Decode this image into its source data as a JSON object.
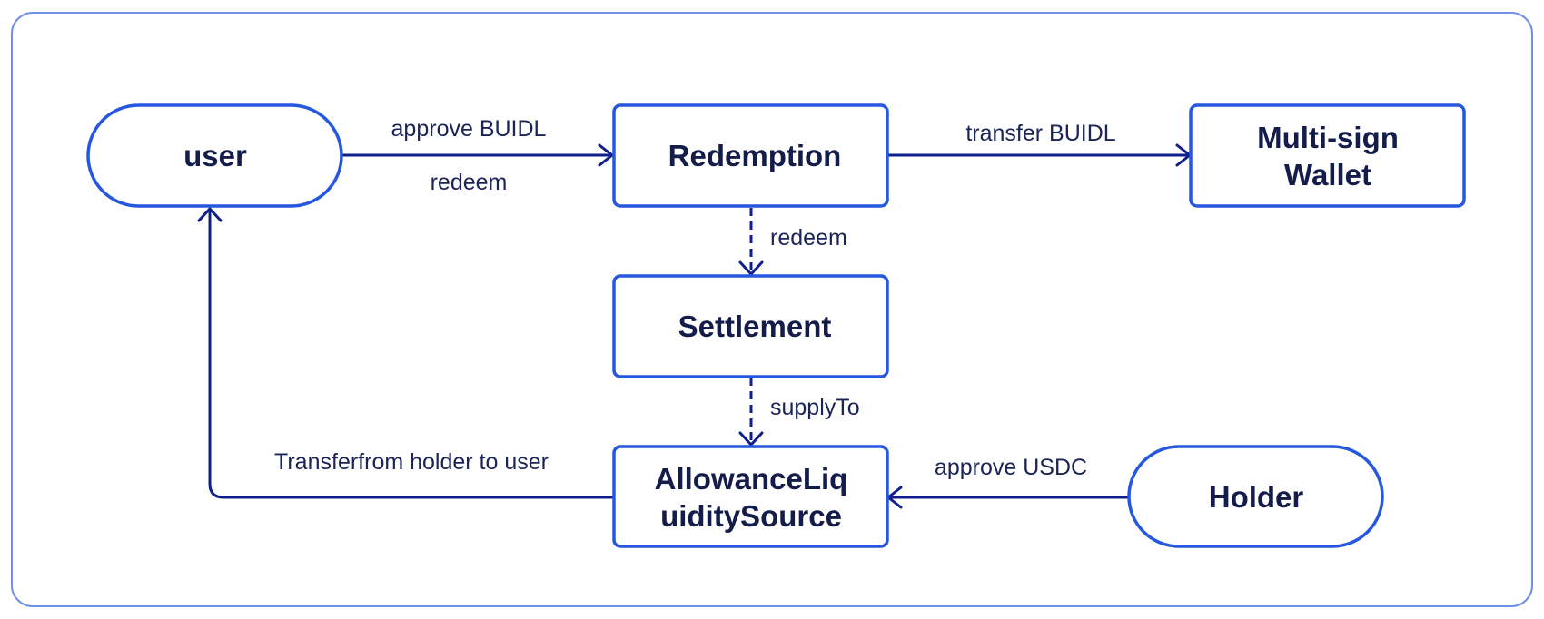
{
  "nodes": {
    "user": {
      "label": "user"
    },
    "redemption": {
      "label": "Redemption"
    },
    "multisig": {
      "line1": "Multi-sign",
      "line2": "Wallet"
    },
    "settlement": {
      "label": "Settlement"
    },
    "allowance": {
      "line1": "AllowanceLiq",
      "line2": "uiditySource"
    },
    "holder": {
      "label": "Holder"
    }
  },
  "edges": {
    "user_redemption": {
      "label_top": "approve BUIDL",
      "label_bottom": "redeem"
    },
    "redemption_multisig": {
      "label": "transfer BUIDL"
    },
    "redemption_settlement": {
      "label": "redeem"
    },
    "settlement_allowance": {
      "label": "supplyTo"
    },
    "allowance_user": {
      "label": "Transferfrom holder to user"
    },
    "holder_allowance": {
      "label": "approve USDC"
    }
  },
  "colors": {
    "node_border": "#2557e0",
    "edge": "#0f1f8c",
    "frame_border": "#6f8fe8",
    "text": "#141c4a"
  }
}
